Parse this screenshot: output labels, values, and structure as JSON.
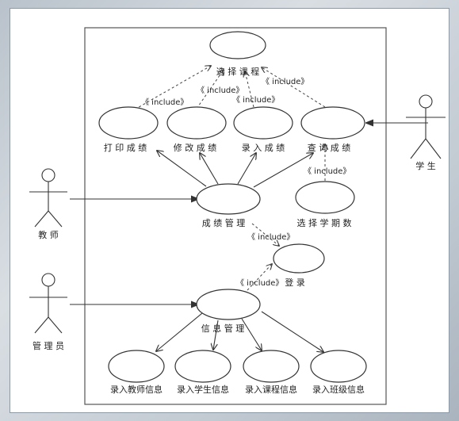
{
  "include_label": "《 include》",
  "actors": {
    "student": "学 生",
    "teacher": "教 师",
    "admin": "管 理 员"
  },
  "use_cases": {
    "select_course": "选 择 课 程",
    "print_grades": "打 印 成 绩",
    "modify_grades": "修 改 成 绩",
    "enter_grades": "录 入 成 绩",
    "query_grades": "查 询 成 绩",
    "grade_mgmt": "成 绩 管 理",
    "select_semester": "选 择 学 期 数",
    "login": "登 录",
    "info_mgmt": "信 息 管 理",
    "enter_teacher": "录入教师信息",
    "enter_student": "录入学生信息",
    "enter_course": "录入课程信息",
    "enter_class": "录入班级信息"
  }
}
